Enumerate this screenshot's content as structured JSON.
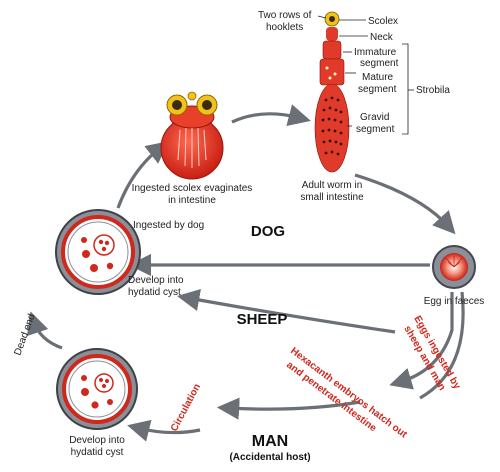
{
  "hosts": {
    "dog": "DOG",
    "sheep": "SHEEP",
    "man": "MAN",
    "man_note": "(Accidental host)"
  },
  "adult_worm": {
    "hooklets": [
      "Two rows of",
      "hooklets"
    ],
    "scolex": "Scolex",
    "neck": "Neck",
    "immature": [
      "Immature",
      "segment"
    ],
    "mature": [
      "Mature",
      "segment"
    ],
    "gravid": [
      "Gravid",
      "segment"
    ],
    "strobila": "Strobila",
    "caption": [
      "Adult worm in",
      "small intestine"
    ]
  },
  "scolex_stage": {
    "caption": [
      "Ingested scolex evaginates",
      "in intestine"
    ]
  },
  "egg_stage": {
    "caption": "Egg in faeces"
  },
  "dog_cyst": {
    "ingested": "Ingested by dog",
    "develop": [
      "Develop into",
      "hydatid cyst"
    ]
  },
  "man_cyst": {
    "develop": [
      "Develop into",
      "hydatid cyst"
    ],
    "dead_end": "Dead end"
  },
  "red_labels": {
    "eggs_ingested": [
      "Eggs ingested by",
      "sheep and man"
    ],
    "hexacanth": [
      "Hexacanth embryos hatch out",
      "and penetrate intestine"
    ],
    "circulation": "Circulation"
  },
  "colors": {
    "accent_red": "#d0281c",
    "arrow_grey": "#6b6f76",
    "worm_red": "#e03a2a",
    "scolex_yellow": "#f2c21b"
  }
}
